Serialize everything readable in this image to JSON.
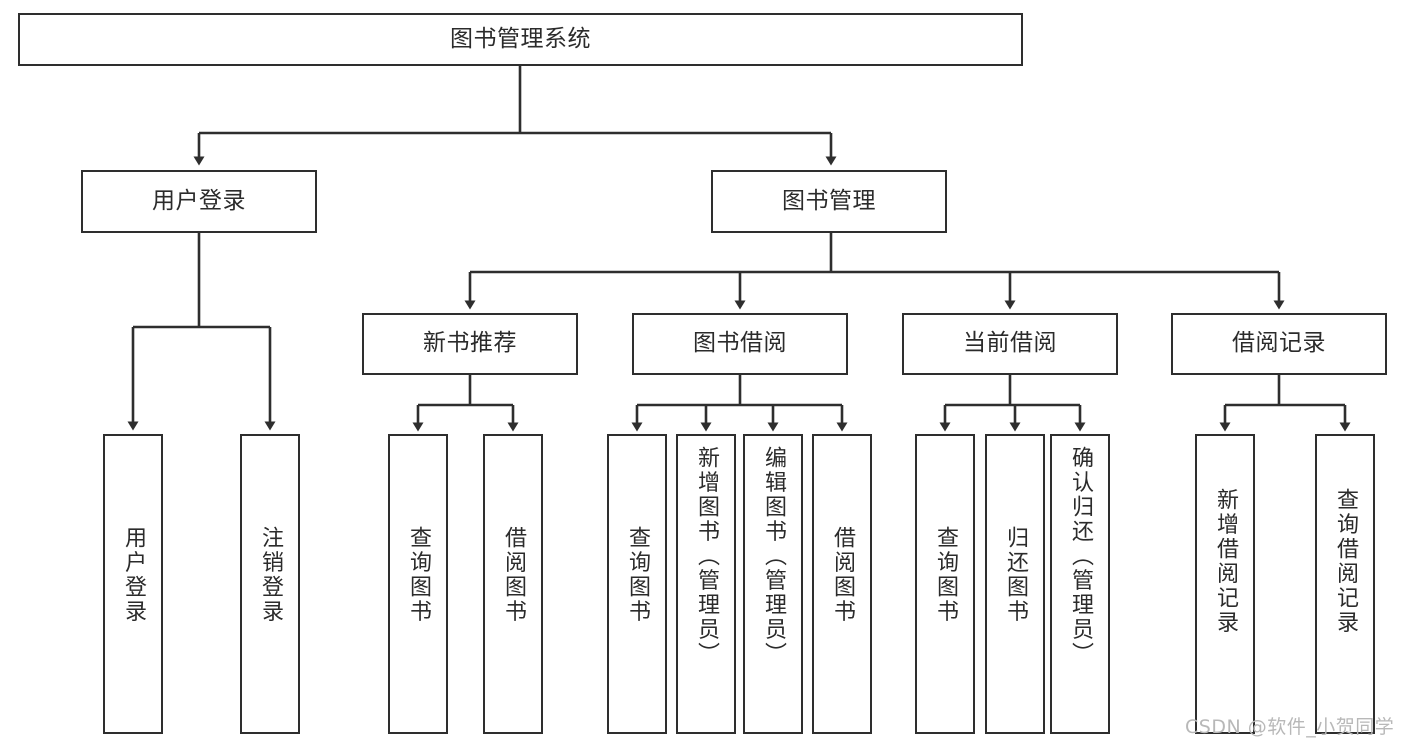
{
  "diagram": {
    "type": "tree-hierarchy-chart",
    "title": "图书管理系统",
    "watermark": "CSDN @软件_小贺同学",
    "colors": {
      "background": "#ffffff",
      "box_border": "#2e2e2e",
      "box_fill": "#ffffff",
      "text": "#2b2b2b",
      "connector": "#2e2e2e",
      "watermark": "#b8b8b8"
    },
    "nodes": {
      "root": {
        "label": "图书管理系统"
      },
      "level2": [
        {
          "label": "用户登录"
        },
        {
          "label": "图书管理"
        }
      ],
      "level3": [
        {
          "label": "新书推荐"
        },
        {
          "label": "图书借阅"
        },
        {
          "label": "当前借阅"
        },
        {
          "label": "借阅记录"
        }
      ],
      "leaves": {
        "user_login": [
          {
            "label": "用户登录"
          },
          {
            "label": "注销登录"
          }
        ],
        "new_book_recommend": [
          {
            "label": "查询图书"
          },
          {
            "label": "借阅图书"
          }
        ],
        "book_borrow": [
          {
            "label": "查询图书"
          },
          {
            "label": "新增图书（管理员）"
          },
          {
            "label": "编辑图书（管理员）"
          },
          {
            "label": "借阅图书"
          }
        ],
        "current_borrow": [
          {
            "label": "查询图书"
          },
          {
            "label": "归还图书"
          },
          {
            "label": "确认归还（管理员）"
          }
        ],
        "borrow_records": [
          {
            "label": "新增借阅记录"
          },
          {
            "label": "查询借阅记录"
          }
        ]
      }
    }
  }
}
